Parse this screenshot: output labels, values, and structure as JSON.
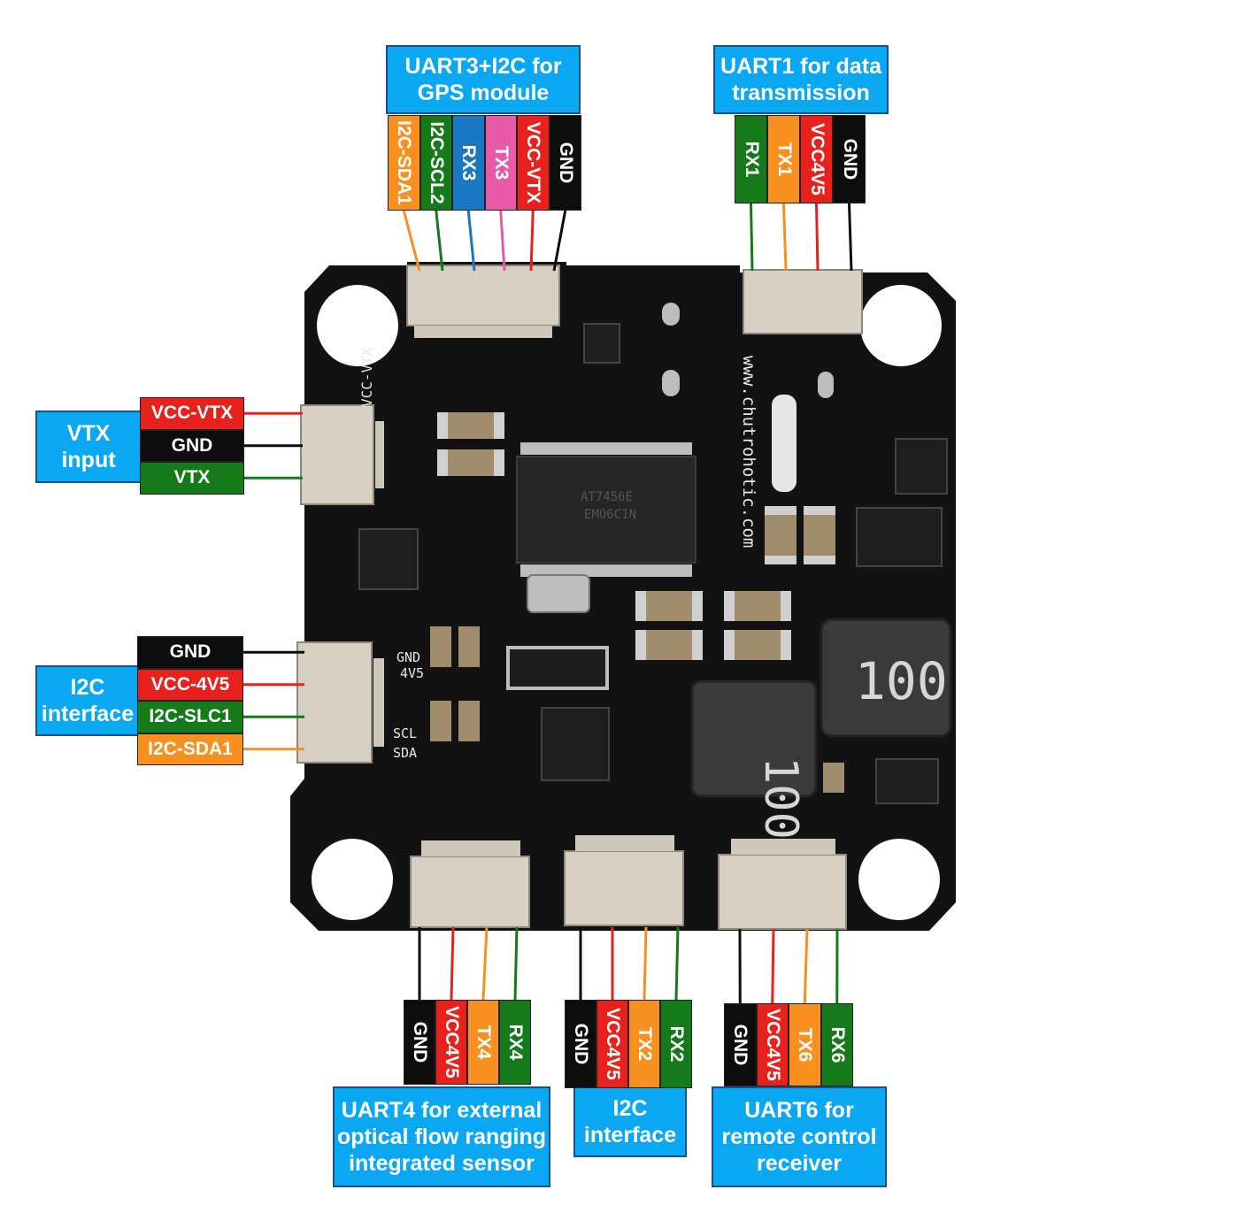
{
  "colors": {
    "callout_bg": "#0aa7f2",
    "callout_border": "#1a4f8a",
    "red": "#e8211c",
    "black": "#0d0d0d",
    "green": "#157a1a",
    "orange": "#f7901e",
    "blue": "#1a78c2",
    "pink": "#e85aa8",
    "board": "#121212",
    "connector": "#d8d0c2"
  },
  "callouts": {
    "gps": [
      "UART3+I2C for",
      "GPS module"
    ],
    "uart1": [
      "UART1 for data",
      "transmission"
    ],
    "vtx": [
      "VTX",
      "input"
    ],
    "i2c_left": [
      "I2C",
      "interface"
    ],
    "uart4": [
      "UART4 for external",
      "optical flow ranging",
      "integrated sensor"
    ],
    "i2c_bottom": [
      "I2C",
      "interface"
    ],
    "uart6": [
      "UART6 for",
      "remote control",
      "receiver"
    ]
  },
  "pins": {
    "gps": [
      {
        "label": "I2C-SDA1",
        "color": "orange"
      },
      {
        "label": "I2C-SCL2",
        "color": "green"
      },
      {
        "label": "RX3",
        "color": "blue"
      },
      {
        "label": "TX3",
        "color": "pink"
      },
      {
        "label": "VCC-VTX",
        "color": "red"
      },
      {
        "label": "GND",
        "color": "black"
      }
    ],
    "uart1": [
      {
        "label": "RX1",
        "color": "green"
      },
      {
        "label": "TX1",
        "color": "orange"
      },
      {
        "label": "VCC4V5",
        "color": "red"
      },
      {
        "label": "GND",
        "color": "black"
      }
    ],
    "vtx": [
      {
        "label": "VCC-VTX",
        "color": "red"
      },
      {
        "label": "GND",
        "color": "black"
      },
      {
        "label": "VTX",
        "color": "green"
      }
    ],
    "i2c_left": [
      {
        "label": "GND",
        "color": "black"
      },
      {
        "label": "VCC-4V5",
        "color": "red"
      },
      {
        "label": "I2C-SLC1",
        "color": "green"
      },
      {
        "label": "I2C-SDA1",
        "color": "orange"
      }
    ],
    "uart4": [
      {
        "label": "GND",
        "color": "black"
      },
      {
        "label": "VCC4V5",
        "color": "red"
      },
      {
        "label": "TX4",
        "color": "orange"
      },
      {
        "label": "RX4",
        "color": "green"
      }
    ],
    "i2c_bottom": [
      {
        "label": "GND",
        "color": "black"
      },
      {
        "label": "VCC4V5",
        "color": "red"
      },
      {
        "label": "TX2",
        "color": "orange"
      },
      {
        "label": "RX2",
        "color": "green"
      }
    ],
    "uart6": [
      {
        "label": "GND",
        "color": "black"
      },
      {
        "label": "VCC4V5",
        "color": "red"
      },
      {
        "label": "TX6",
        "color": "orange"
      },
      {
        "label": "RX6",
        "color": "green"
      }
    ]
  },
  "board": {
    "website": "www.chutrohotic.com",
    "chip_marking": [
      "AT7456E",
      "EMO6C1N"
    ],
    "inductor_big": "100",
    "inductor_small": "100",
    "silk_vcc_vtx": "VCC-VTX",
    "silk_4v5": "4V5",
    "silk_gnd": "GND",
    "silk_scl": "SCL",
    "silk_sda": "SDA"
  }
}
